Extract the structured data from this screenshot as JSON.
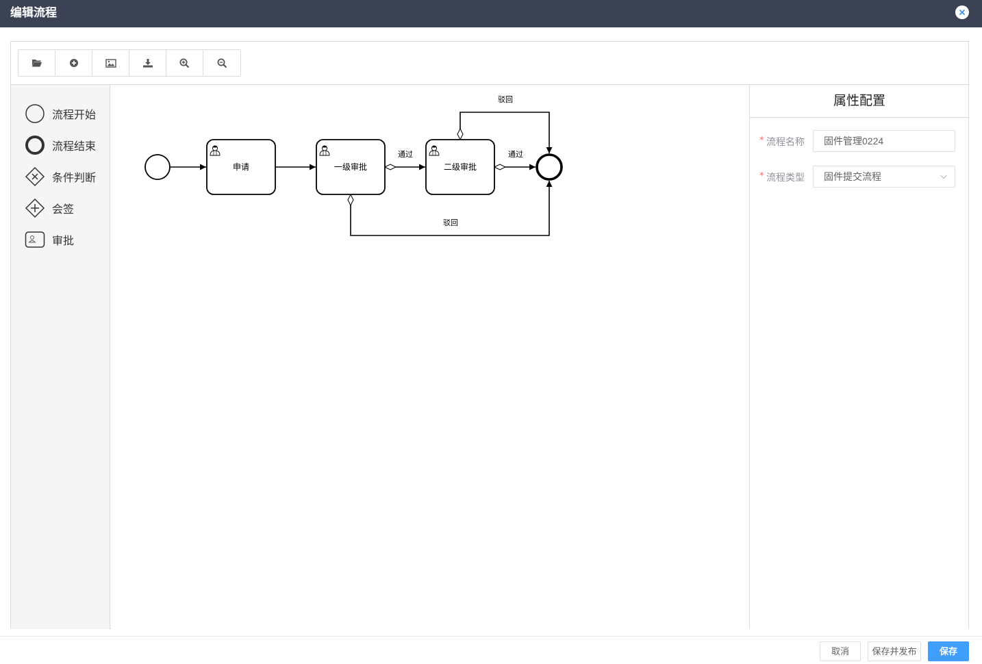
{
  "window": {
    "title": "编辑流程",
    "close_icon": "close-circle-icon"
  },
  "toolbar": {
    "buttons": [
      {
        "icon": "folder-open-icon"
      },
      {
        "icon": "plus-circle-icon"
      },
      {
        "icon": "image-icon"
      },
      {
        "icon": "download-icon"
      },
      {
        "icon": "zoom-in-icon"
      },
      {
        "icon": "zoom-out-icon"
      }
    ]
  },
  "palette": {
    "items": [
      {
        "label": "流程开始",
        "icon": "start-event-icon"
      },
      {
        "label": "流程结束",
        "icon": "end-event-icon"
      },
      {
        "label": "条件判断",
        "icon": "exclusive-gateway-icon"
      },
      {
        "label": "会签",
        "icon": "parallel-gateway-icon"
      },
      {
        "label": "审批",
        "icon": "user-task-icon"
      }
    ]
  },
  "diagram": {
    "nodes": [
      {
        "id": "start",
        "type": "start-event"
      },
      {
        "id": "apply",
        "type": "user-task",
        "label": "申请"
      },
      {
        "id": "level1",
        "type": "user-task",
        "label": "一级审批"
      },
      {
        "id": "level2",
        "type": "user-task",
        "label": "二级审批"
      },
      {
        "id": "end",
        "type": "end-event"
      }
    ],
    "flows": [
      {
        "from": "start",
        "to": "apply",
        "label": ""
      },
      {
        "from": "apply",
        "to": "level1",
        "label": ""
      },
      {
        "from": "level1",
        "to": "level2",
        "label": "通过"
      },
      {
        "from": "level2",
        "to": "end",
        "label": "通过"
      },
      {
        "from": "level2",
        "to": "end",
        "label": "驳回"
      },
      {
        "from": "level1",
        "to": "end",
        "label": "驳回"
      }
    ]
  },
  "properties": {
    "title": "属性配置",
    "fields": [
      {
        "label": "流程名称",
        "required": "*",
        "value": "固件管理0224"
      },
      {
        "label": "流程类型",
        "required": "*",
        "value": "固件提交流程"
      }
    ]
  },
  "footer": {
    "cancel_label": "取消",
    "save_publish_label": "保存并发布",
    "save_label": "保存"
  },
  "colors": {
    "header_bg": "#3b4254",
    "primary": "#409eff",
    "required": "#f56c6c"
  }
}
